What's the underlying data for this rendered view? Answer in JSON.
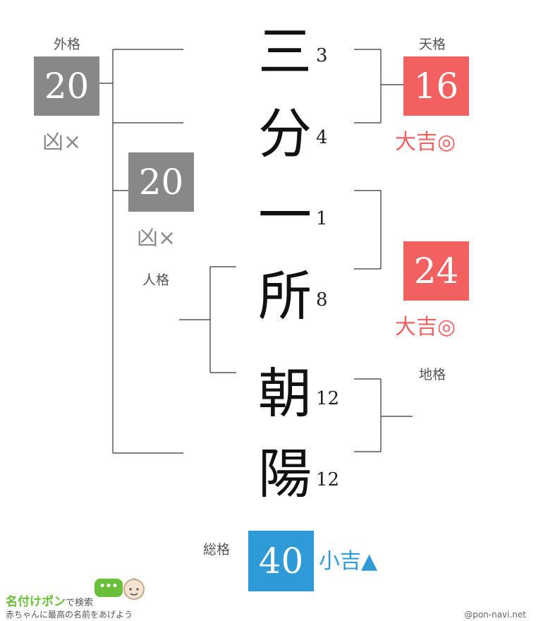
{
  "name": {
    "chars": [
      {
        "char": "三",
        "strokes": "3"
      },
      {
        "char": "分",
        "strokes": "4"
      },
      {
        "char": "一",
        "strokes": "1"
      },
      {
        "char": "所",
        "strokes": "8"
      },
      {
        "char": "朝",
        "strokes": "12"
      },
      {
        "char": "陽",
        "strokes": "12"
      }
    ]
  },
  "gaikaku": {
    "label": "外格",
    "value": "20",
    "fortune": "凶×"
  },
  "inner_gray": {
    "value": "20",
    "fortune": "凶×"
  },
  "jinkaku": {
    "label": "人格"
  },
  "tenkaku": {
    "label": "天格",
    "value": "16",
    "fortune": "大吉◎"
  },
  "red2": {
    "value": "24",
    "fortune": "大吉◎"
  },
  "chikaku": {
    "label": "地格"
  },
  "soukaku": {
    "label": "総格",
    "value": "40",
    "fortune": "小吉▲"
  },
  "footer": {
    "brand": "名付けポン",
    "brand_suffix": "で検索",
    "bubble": "•••",
    "tagline": "赤ちゃんに最高の名前をあげよう",
    "credit": "@pon-navi.net"
  },
  "colors": {
    "gray": "#888888",
    "red": "#f26060",
    "blue": "#2e9ad8",
    "green": "#6abf3a"
  }
}
